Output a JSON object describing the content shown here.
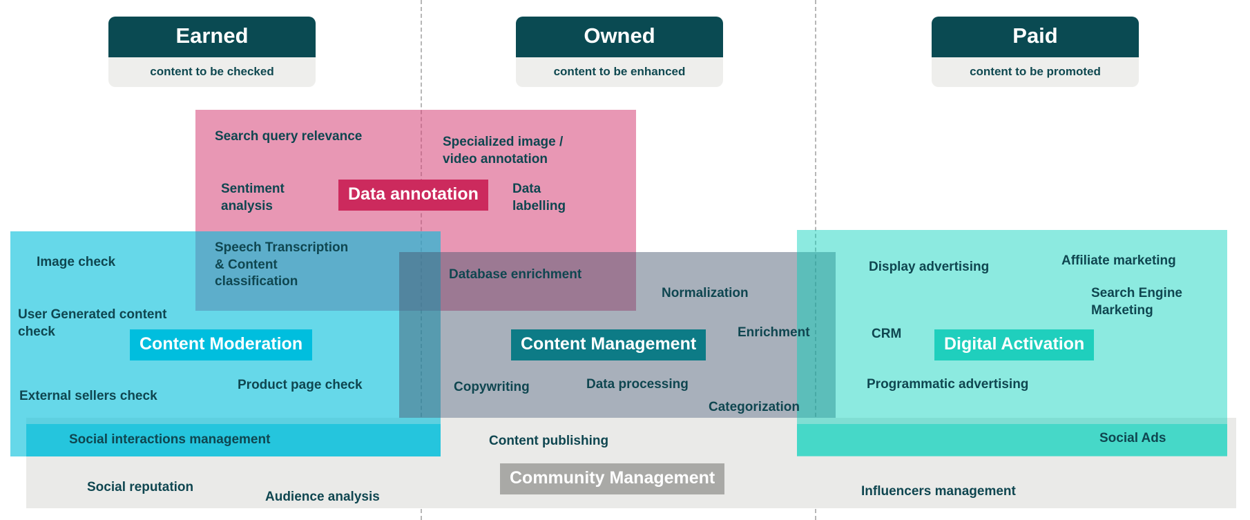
{
  "diagram": {
    "title": "Earned Owned Paid content services map",
    "colors": {
      "header_dark": "#0a4a52",
      "header_sub_bg": "#eeeeec",
      "text_dark": "#0f4650",
      "data_annotation": "#cc2a5d",
      "content_moderation": "#00bede",
      "content_management": "#0d7b86",
      "digital_activation": "#1fcfbd",
      "community_management": "#a9a9a6",
      "pink_block": "rgba(214,66,118,0.55)",
      "blue_block": "rgba(0,190,219,0.60)",
      "gray_block": "rgba(70,88,110,0.47)",
      "teal_block": "rgba(0,209,187,0.45)",
      "light_gray_block": "#eaeae8",
      "divider": "#b6b6b6"
    }
  },
  "columns": [
    {
      "title": "Earned",
      "subtitle": "content to be checked"
    },
    {
      "title": "Owned",
      "subtitle": "content to be enhanced"
    },
    {
      "title": "Paid",
      "subtitle": "content to be promoted"
    }
  ],
  "categories": [
    {
      "id": "data-annotation",
      "label": "Data annotation"
    },
    {
      "id": "content-moderation",
      "label": "Content Moderation"
    },
    {
      "id": "content-management",
      "label": "Content Management"
    },
    {
      "id": "digital-activation",
      "label": "Digital Activation"
    },
    {
      "id": "community-management",
      "label": "Community Management"
    }
  ],
  "services": {
    "data_annotation": [
      "Search query relevance",
      "Specialized image /\nvideo annotation",
      "Sentiment\nanalysis",
      "Data\nlabelling",
      "Speech Transcription\n& Content\nclassification",
      "Database enrichment"
    ],
    "content_moderation": [
      "Image check",
      "User Generated content\ncheck",
      "External sellers check",
      "Product page check",
      "Social interactions management"
    ],
    "content_management": [
      "Normalization",
      "Enrichment",
      "Copywriting",
      "Data processing",
      "Categorization",
      "Content publishing"
    ],
    "digital_activation": [
      "Display advertising",
      "Affiliate marketing",
      "Search Engine\nMarketing",
      "CRM",
      "Programmatic advertising",
      "Social Ads"
    ],
    "community_management": [
      "Social reputation",
      "Audience analysis",
      "Influencers management"
    ]
  }
}
